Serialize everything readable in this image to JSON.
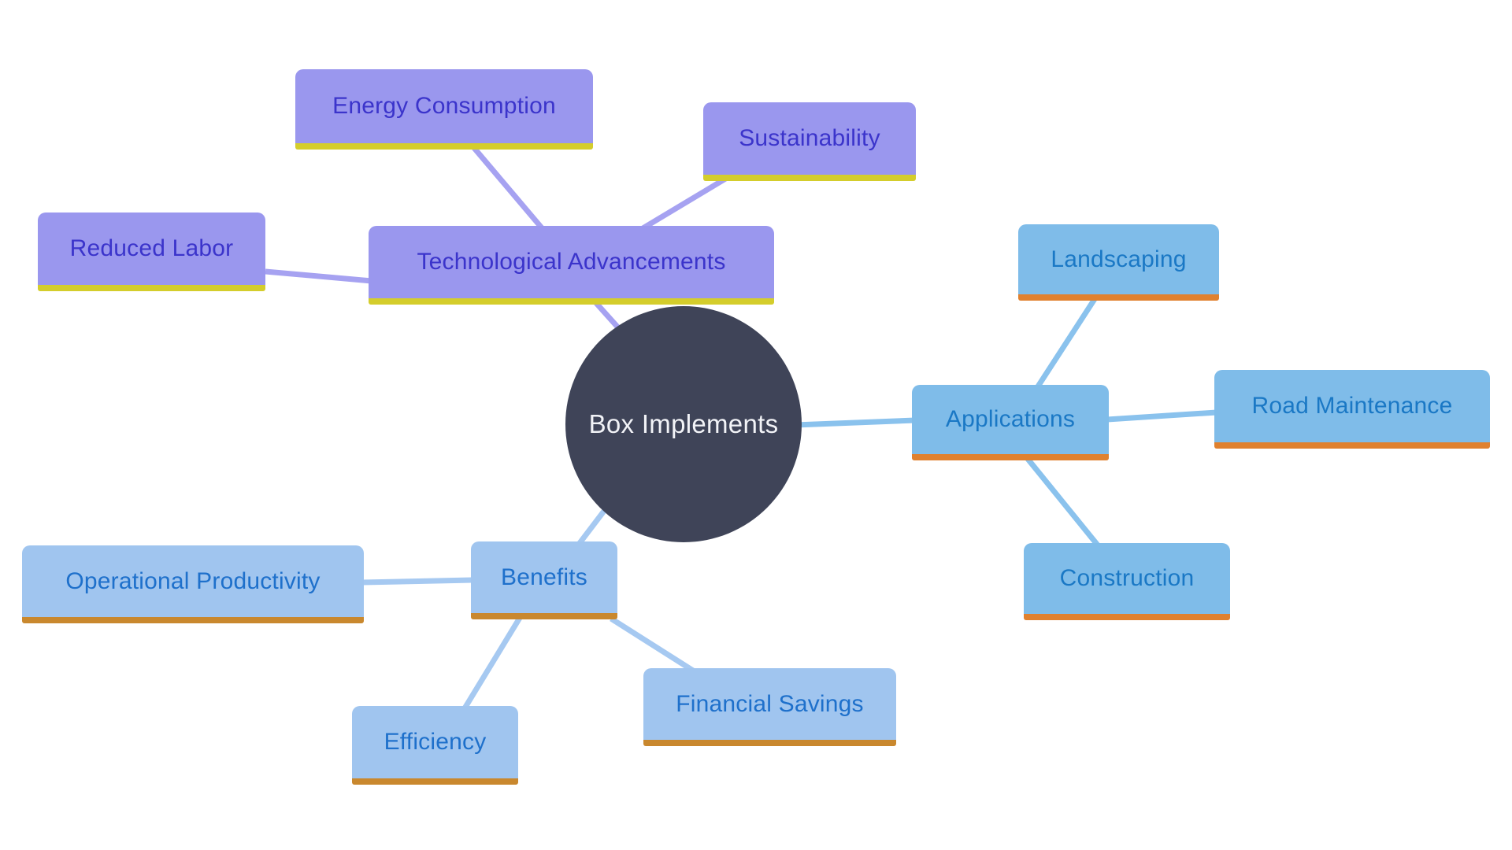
{
  "diagram": {
    "type": "mindmap",
    "center": {
      "label": "Box Implements"
    },
    "branches": [
      {
        "root": "Technological Advancements",
        "children": [
          "Energy Consumption",
          "Sustainability",
          "Reduced Labor"
        ],
        "fill": "#9a97ee",
        "text_color": "#3b34cb",
        "accent_color": "#d4cd2c",
        "connector_color": "#a6a2f1"
      },
      {
        "root": "Applications",
        "children": [
          "Landscaping",
          "Road Maintenance",
          "Construction"
        ],
        "fill": "#7fbce9",
        "text_color": "#1a78c5",
        "accent_color": "#e0812f",
        "connector_color": "#8ac2ed"
      },
      {
        "root": "Benefits",
        "children": [
          "Operational Productivity",
          "Efficiency",
          "Financial Savings"
        ],
        "fill": "#a0c5ef",
        "text_color": "#1e70cb",
        "accent_color": "#c9882e",
        "connector_color": "#a6c9f1"
      }
    ],
    "center_colors": {
      "bg": "#3f4458",
      "text": "#f2f3f7"
    }
  },
  "nodes": {
    "center": {
      "label": "Box Implements"
    },
    "tech": {
      "label": "Technological Advancements"
    },
    "energy": {
      "label": "Energy Consumption"
    },
    "sustainability": {
      "label": "Sustainability"
    },
    "reduced_labor": {
      "label": "Reduced Labor"
    },
    "applications": {
      "label": "Applications"
    },
    "landscaping": {
      "label": "Landscaping"
    },
    "road_maintenance": {
      "label": "Road Maintenance"
    },
    "construction": {
      "label": "Construction"
    },
    "benefits": {
      "label": "Benefits"
    },
    "operational_productivity": {
      "label": "Operational Productivity"
    },
    "efficiency": {
      "label": "Efficiency"
    },
    "financial_savings": {
      "label": "Financial Savings"
    }
  }
}
